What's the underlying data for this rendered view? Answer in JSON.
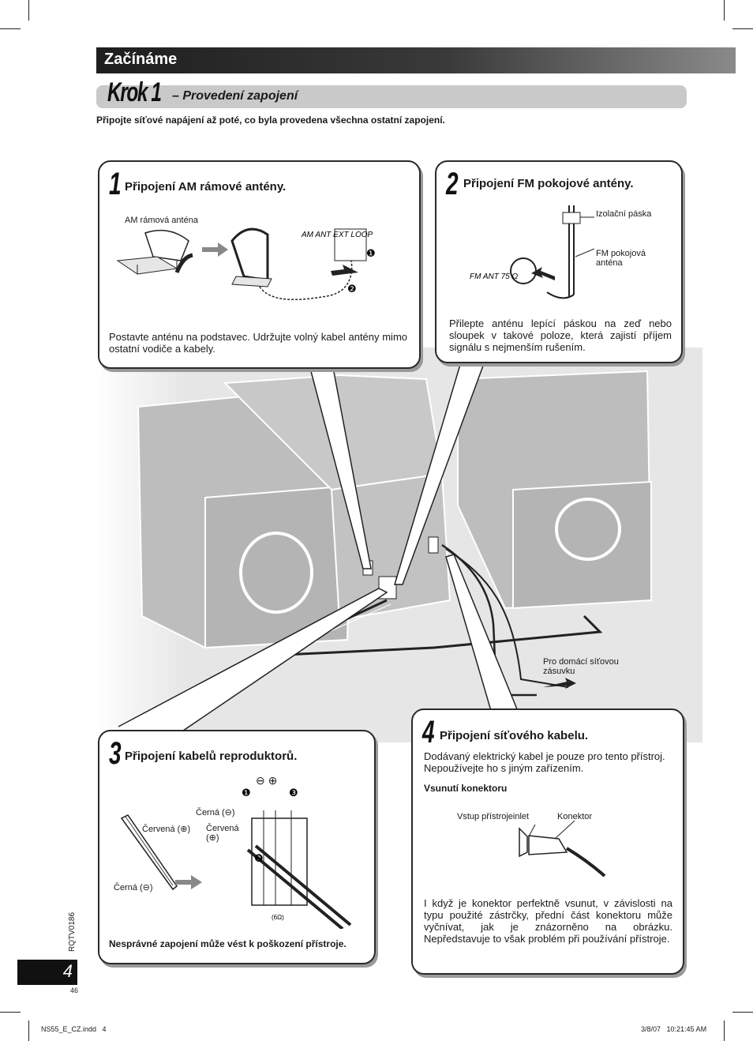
{
  "header": {
    "section": "Začínáme"
  },
  "step": {
    "number": "Krok 1",
    "subtitle": "– Provedení zapojení"
  },
  "intro": "Připojte síťové napájení až poté, co byla provedena všechna ostatní zapojení.",
  "box1": {
    "number": "1",
    "title": "Připojení AM rámové antény.",
    "label_antenna": "AM rámová anténa",
    "terminal_label": "AM ANT EXT LOOP",
    "callout_1": "❶",
    "callout_2": "❷",
    "text": "Postavte anténu na podstavec. Udržujte volný kabel antény mimo ostatní vodiče a kabely."
  },
  "box2": {
    "number": "2",
    "title": "Připojení FM pokojové antény.",
    "label_tape": "Izolační páska",
    "label_antenna": "FM pokojová anténa",
    "terminal_label": "FM ANT 75 Ω",
    "text": "Přilepte anténu lepící páskou na zeď nebo sloupek v takové poloze, která zajistí příjem signálu s nejmenším rušením."
  },
  "outlet_label": "Pro domácí síťovou zásuvku",
  "box3": {
    "number": "3",
    "title": "Připojení kabelů reproduktorů.",
    "label_red_left": "Červená (⊕)",
    "label_black_left": "Černá (⊖)",
    "label_black_right": "Černá (⊖)",
    "label_red_right": "Červená (⊕)",
    "polarity": "⊖ ⊕",
    "impedance": "(6Ω)",
    "callout_1": "❶",
    "callout_2": "❷",
    "callout_3": "❸",
    "warning": "Nesprávné zapojení může vést k poškození přístroje."
  },
  "box4": {
    "number": "4",
    "title": "Připojení síťového kabelu.",
    "text": "Dodávaný elektrický kabel je pouze pro tento přístroj. Nepoužívejte ho s jiným zařízením.",
    "subheading": "Vsunutí konektoru",
    "label_inlet": "Vstup přístrojeinlet",
    "label_connector": "Konektor",
    "text2": "I když je konektor perfektně vsunut, v závislosti na typu použité zástrčky, přední část konektoru může vyčnívat, jak je znázorněno na obrázku. Nepředstavuje to však problém při používání přístroje."
  },
  "footer": {
    "doc_code": "RQTV0186",
    "page": "4",
    "small_page": "46",
    "file": "NS55_E_CZ.indd   4",
    "timestamp": "3/8/07   10:21:45 AM"
  }
}
